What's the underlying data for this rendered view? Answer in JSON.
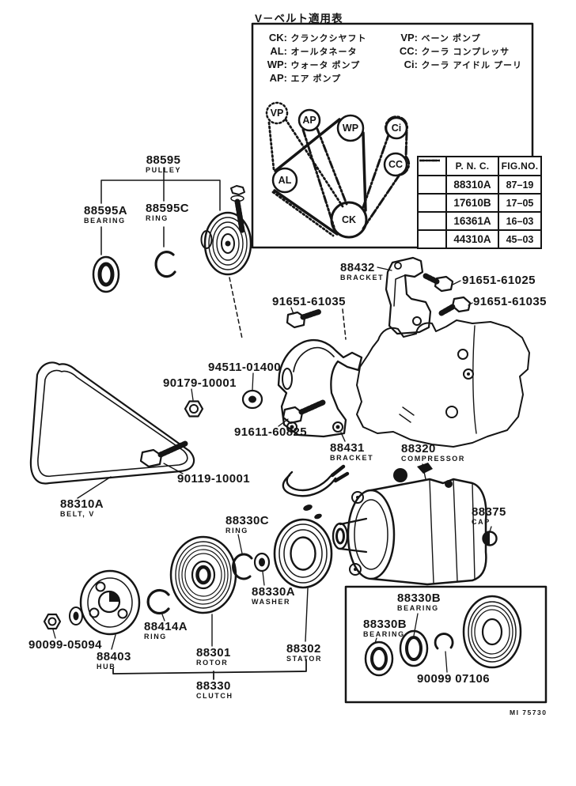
{
  "title": "V－ベルト適用表",
  "legend": {
    "items": [
      {
        "code": "CK:",
        "text": "クランクシヤフト"
      },
      {
        "code": "AL:",
        "text": "オールタネータ"
      },
      {
        "code": "WP:",
        "text": "ウォータ ポンプ"
      },
      {
        "code": "AP:",
        "text": "エア ポンプ"
      },
      {
        "code": "VP:",
        "text": "ベーン ポンプ"
      },
      {
        "code": "CC:",
        "text": "クーラ コンプレッサ"
      },
      {
        "code": "Ci:",
        "text": "クーラ アイドル プーリ"
      }
    ]
  },
  "belt_diagram": {
    "pulleys": [
      "VP",
      "AP",
      "WP",
      "Ci",
      "CC",
      "AL",
      "CK"
    ]
  },
  "table": {
    "headers": [
      "",
      "P. N. C.",
      "FIG.NO."
    ],
    "rows": [
      {
        "dash": "7,3,2,3",
        "pnc": "88310A",
        "fig": "87–19"
      },
      {
        "dash": "none",
        "pnc": "17610B",
        "fig": "17–05"
      },
      {
        "dash": "6,2,2,2,2,2",
        "pnc": "16361A",
        "fig": "16–03"
      },
      {
        "dash": "1.8,2.4",
        "pnc": "44310A",
        "fig": "45–03"
      }
    ]
  },
  "labels": [
    {
      "num": "88595",
      "name": "PULLEY"
    },
    {
      "num": "88595A",
      "name": "BEARING"
    },
    {
      "num": "88595C",
      "name": "RING"
    },
    {
      "num": "88432",
      "name": "BRACKET"
    },
    {
      "num": "91651-61025",
      "name": ""
    },
    {
      "num": "91651-61035",
      "name": ""
    },
    {
      "num": "91651-61035",
      "name": ""
    },
    {
      "num": "94511-01400",
      "name": ""
    },
    {
      "num": "90179-10001",
      "name": ""
    },
    {
      "num": "91611-60825",
      "name": ""
    },
    {
      "num": "90119-10001",
      "name": ""
    },
    {
      "num": "88310A",
      "name": "BELT, V"
    },
    {
      "num": "88431",
      "name": "BRACKET"
    },
    {
      "num": "88320",
      "name": "COMPRESSOR"
    },
    {
      "num": "88375",
      "name": "CAP"
    },
    {
      "num": "88330C",
      "name": "RING"
    },
    {
      "num": "88330A",
      "name": "WASHER"
    },
    {
      "num": "88414A",
      "name": "RING"
    },
    {
      "num": "90099-05094",
      "name": ""
    },
    {
      "num": "88403",
      "name": "HUB"
    },
    {
      "num": "88301",
      "name": "ROTOR"
    },
    {
      "num": "88302",
      "name": "STATOR"
    },
    {
      "num": "88330",
      "name": "CLUTCH"
    },
    {
      "num": "88330B",
      "name": "BEARING"
    },
    {
      "num": "88330B",
      "name": "BEARING"
    },
    {
      "num": "90099 07106",
      "name": ""
    }
  ],
  "footer": "MI 75730"
}
